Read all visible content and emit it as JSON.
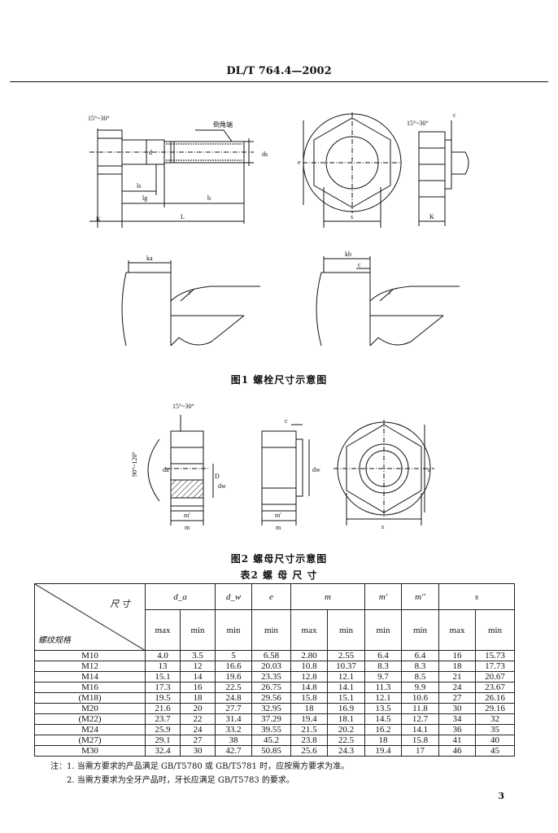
{
  "header": {
    "doc_id": "DL/T 764.4—2002"
  },
  "figure1": {
    "caption": "图1  螺栓尺寸示意图",
    "labels": {
      "angle": "15°~30°",
      "angle2": "15°~30°",
      "chamfer": "倒角端",
      "d": "d",
      "ds": "ds",
      "ls": "ls",
      "lg": "lg",
      "b": "b",
      "L": "L",
      "K": "K",
      "K2": "K",
      "e": "e",
      "s": "s",
      "c": "c",
      "ka": "ka",
      "kb": "kb",
      "c2": "c",
      "r": "r",
      "r2": "r"
    }
  },
  "figure2": {
    "caption": "图2  螺母尺寸示意图",
    "labels": {
      "angle": "15°~30°",
      "angle2": "90°~120°",
      "da": "da",
      "D": "D",
      "dw": "dw",
      "m1": "m'",
      "m": "m",
      "c": "c",
      "dw2": "dw",
      "m2": "m'",
      "m3": "m",
      "e": "e",
      "s": "s"
    }
  },
  "table": {
    "title": "表2  螺  母  尺  寸",
    "corner_top": "尺 寸",
    "corner_bottom": "螺纹规格",
    "col_groups": [
      "d_a",
      "d_w",
      "e",
      "m",
      "m'",
      "m''",
      "s"
    ],
    "subheaders": [
      "max",
      "min",
      "min",
      "min",
      "max",
      "min",
      "min",
      "min",
      "max",
      "min"
    ],
    "rows": [
      {
        "spec": "M10",
        "values": [
          "4.0",
          "3.5",
          "5",
          "6.58",
          "2.80",
          "2.55",
          "6.4",
          "6.4",
          "16",
          "15.73"
        ]
      },
      {
        "spec": "M12",
        "values": [
          "13",
          "12",
          "16.6",
          "20.03",
          "10.8",
          "10.37",
          "8.3",
          "8.3",
          "18",
          "17.73"
        ]
      },
      {
        "spec": "M14",
        "values": [
          "15.1",
          "14",
          "19.6",
          "23.35",
          "12.8",
          "12.1",
          "9.7",
          "8.5",
          "21",
          "20.67"
        ]
      },
      {
        "spec": "M16",
        "values": [
          "17.3",
          "16",
          "22.5",
          "26.75",
          "14.8",
          "14.1",
          "11.3",
          "9.9",
          "24",
          "23.67"
        ]
      },
      {
        "spec": "(M18)",
        "values": [
          "19.5",
          "18",
          "24.8",
          "29.56",
          "15.8",
          "15.1",
          "12.1",
          "10.6",
          "27",
          "26.16"
        ]
      },
      {
        "spec": "M20",
        "values": [
          "21.6",
          "20",
          "27.7",
          "32.95",
          "18",
          "16.9",
          "13.5",
          "11.8",
          "30",
          "29.16"
        ]
      },
      {
        "spec": "(M22)",
        "values": [
          "23.7",
          "22",
          "31.4",
          "37.29",
          "19.4",
          "18.1",
          "14.5",
          "12.7",
          "34",
          "32"
        ]
      },
      {
        "spec": "M24",
        "values": [
          "25.9",
          "24",
          "33.2",
          "39.55",
          "21.5",
          "20.2",
          "16.2",
          "14.1",
          "36",
          "35"
        ]
      },
      {
        "spec": "(M27)",
        "values": [
          "29.1",
          "27",
          "38",
          "45.2",
          "23.8",
          "22.5",
          "18",
          "15.8",
          "41",
          "40"
        ]
      },
      {
        "spec": "M30",
        "values": [
          "32.4",
          "30",
          "42.7",
          "50.85",
          "25.6",
          "24.3",
          "19.4",
          "17",
          "46",
          "45"
        ]
      }
    ]
  },
  "notes": {
    "n1": "注：1. 当需方要求的产品满足 GB/T5780 或 GB/T5781 时，应按需方要求为准。",
    "n2": "2. 当需方要求为全牙产品时，牙长应满足 GB/T5783 的要求。"
  },
  "page_number": "3"
}
